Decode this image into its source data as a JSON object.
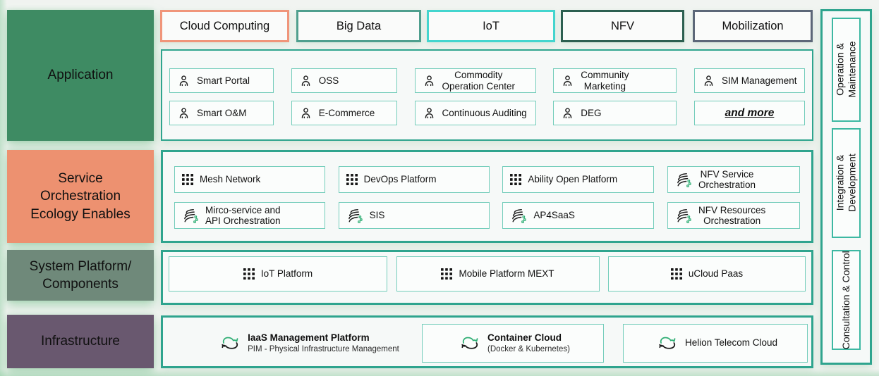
{
  "palette": {
    "container_border": "#2fa48e",
    "item_border": "#74cdbb",
    "accent_green": "#2fae74",
    "layer_application": "#3e8b63",
    "layer_service": "#ed9170",
    "layer_system": "#6f897a",
    "layer_infrastructure": "#69586f"
  },
  "layers": [
    {
      "lines": [
        "Application"
      ],
      "color": "#3e8b63"
    },
    {
      "lines": [
        "Service",
        "Orchestration",
        "Ecology Enables"
      ],
      "color": "#ed9170"
    },
    {
      "lines": [
        "System Platform/",
        "Components"
      ],
      "color": "#6f897a"
    },
    {
      "lines": [
        "Infrastructure"
      ],
      "color": "#69586f"
    }
  ],
  "tabs": [
    {
      "label": "Cloud Computing",
      "border_color": "#f0957a"
    },
    {
      "label": "Big Data",
      "border_color": "#4f9f8e"
    },
    {
      "label": "IoT",
      "border_color": "#43d5ce"
    },
    {
      "label": "NFV",
      "border_color": "#2c5f50"
    },
    {
      "label": "Mobilization",
      "border_color": "#5c6778"
    }
  ],
  "sections": {
    "application": {
      "rows": [
        [
          {
            "icon": "user-icon",
            "lines": [
              "Smart Portal"
            ]
          },
          {
            "icon": "user-icon",
            "lines": [
              "OSS"
            ]
          },
          {
            "icon": "user-icon",
            "lines": [
              "Commodity",
              "Operation Center"
            ]
          },
          {
            "icon": "user-icon",
            "lines": [
              "Community",
              "Marketing"
            ]
          },
          {
            "icon": "user-icon",
            "lines": [
              "SIM Management"
            ]
          }
        ],
        [
          {
            "icon": "user-icon",
            "lines": [
              "Smart O&M"
            ]
          },
          {
            "icon": "user-icon",
            "lines": [
              "E-Commerce"
            ]
          },
          {
            "icon": "user-icon",
            "lines": [
              "Continuous Auditing"
            ]
          },
          {
            "icon": "user-icon",
            "lines": [
              "DEG"
            ]
          },
          {
            "lines": [
              "and more"
            ],
            "emphasis": true
          }
        ]
      ]
    },
    "service": {
      "rows": [
        [
          {
            "icon": "grid-icon",
            "lines": [
              "Mesh Network"
            ]
          },
          {
            "icon": "grid-icon",
            "lines": [
              "DevOps Platform"
            ]
          },
          {
            "icon": "grid-icon",
            "lines": [
              "Ability Open Platform"
            ]
          },
          {
            "icon": "orchestration-icon",
            "lines": [
              "NFV Service",
              "Orchestration"
            ]
          }
        ],
        [
          {
            "icon": "orchestration-icon",
            "lines": [
              "Mirco-service and",
              "API Orchestration"
            ]
          },
          {
            "icon": "orchestration-icon",
            "lines": [
              "SIS"
            ]
          },
          {
            "icon": "orchestration-icon",
            "lines": [
              "AP4SaaS"
            ]
          },
          {
            "icon": "orchestration-icon",
            "lines": [
              "NFV Resources",
              "Orchestration"
            ]
          }
        ]
      ]
    },
    "system": {
      "rows": [
        [
          {
            "icon": "grid-icon",
            "lines": [
              "IoT Platform"
            ]
          },
          {
            "icon": "grid-icon",
            "lines": [
              "Mobile Platform MEXT"
            ]
          },
          {
            "icon": "grid-icon",
            "lines": [
              "uCloud Paas"
            ]
          }
        ]
      ]
    },
    "infrastructure": {
      "rows": [
        [
          {
            "icon": "cloud-sync-icon",
            "lines": [
              "IaaS Management Platform"
            ],
            "sub": "PIM - Physical Infrastructure Management"
          },
          {
            "icon": "cloud-sync-icon",
            "lines": [
              "Container Cloud"
            ],
            "sub": "(Docker & Kubernetes)"
          },
          {
            "icon": "cloud-sync-icon",
            "lines": [
              "Helion Telecom Cloud"
            ]
          }
        ]
      ]
    }
  },
  "rail": {
    "items": [
      {
        "lines": [
          "Operation &",
          "Maintenance"
        ]
      },
      {
        "lines": [
          "Integration &",
          "Development"
        ]
      },
      {
        "lines": [
          "Consultation & Control"
        ]
      }
    ]
  }
}
